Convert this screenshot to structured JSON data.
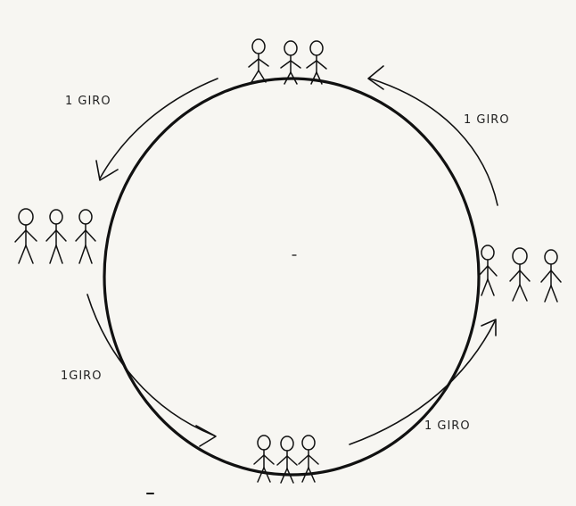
{
  "diagram": {
    "labels": {
      "top_left": "1 GIRO",
      "top_right": "1 GIRO",
      "bottom_left": "1GIRO",
      "bottom_right": "1 GIRO"
    },
    "groups": [
      {
        "position": "top",
        "people": 3
      },
      {
        "position": "left",
        "people": 3
      },
      {
        "position": "right",
        "people": 3
      },
      {
        "position": "bottom",
        "people": 3
      }
    ]
  }
}
